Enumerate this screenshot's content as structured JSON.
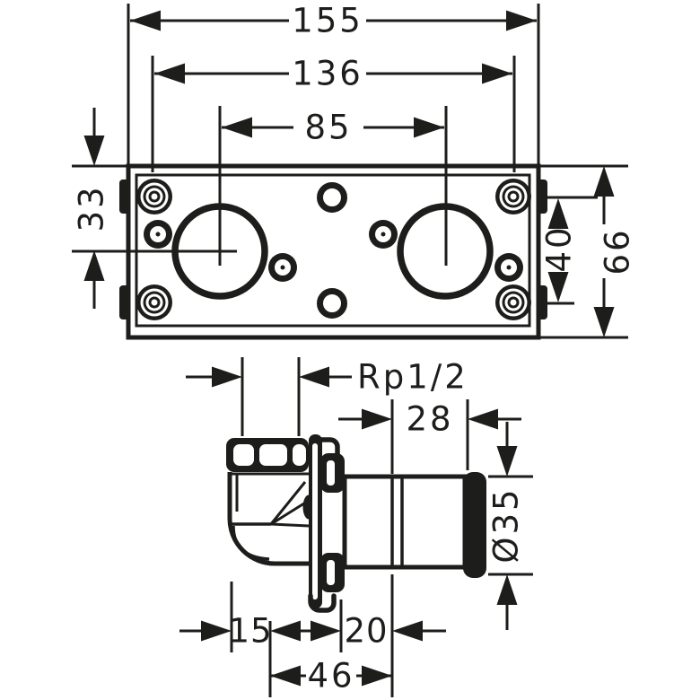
{
  "drawing": {
    "type": "technical-installation-diagram",
    "ink_color": "#1d1d1b",
    "background_color": "#ffffff",
    "top_view": {
      "overall_width": "155",
      "mounting_hole_spacing_width": "136",
      "valve_center_spacing": "85",
      "top_edge_to_valve_axis": "33",
      "mounting_hole_spacing_height": "40",
      "overall_height": "66"
    },
    "side_view": {
      "inlet_thread": "Rp1/2",
      "spigot_protrusion": "28",
      "spigot_cap_diameter": "Ø35",
      "body_edge_to_inlet_axis": "15",
      "wall_face_to_coupling": "20",
      "inlet_axis_to_coupling": "46"
    }
  }
}
